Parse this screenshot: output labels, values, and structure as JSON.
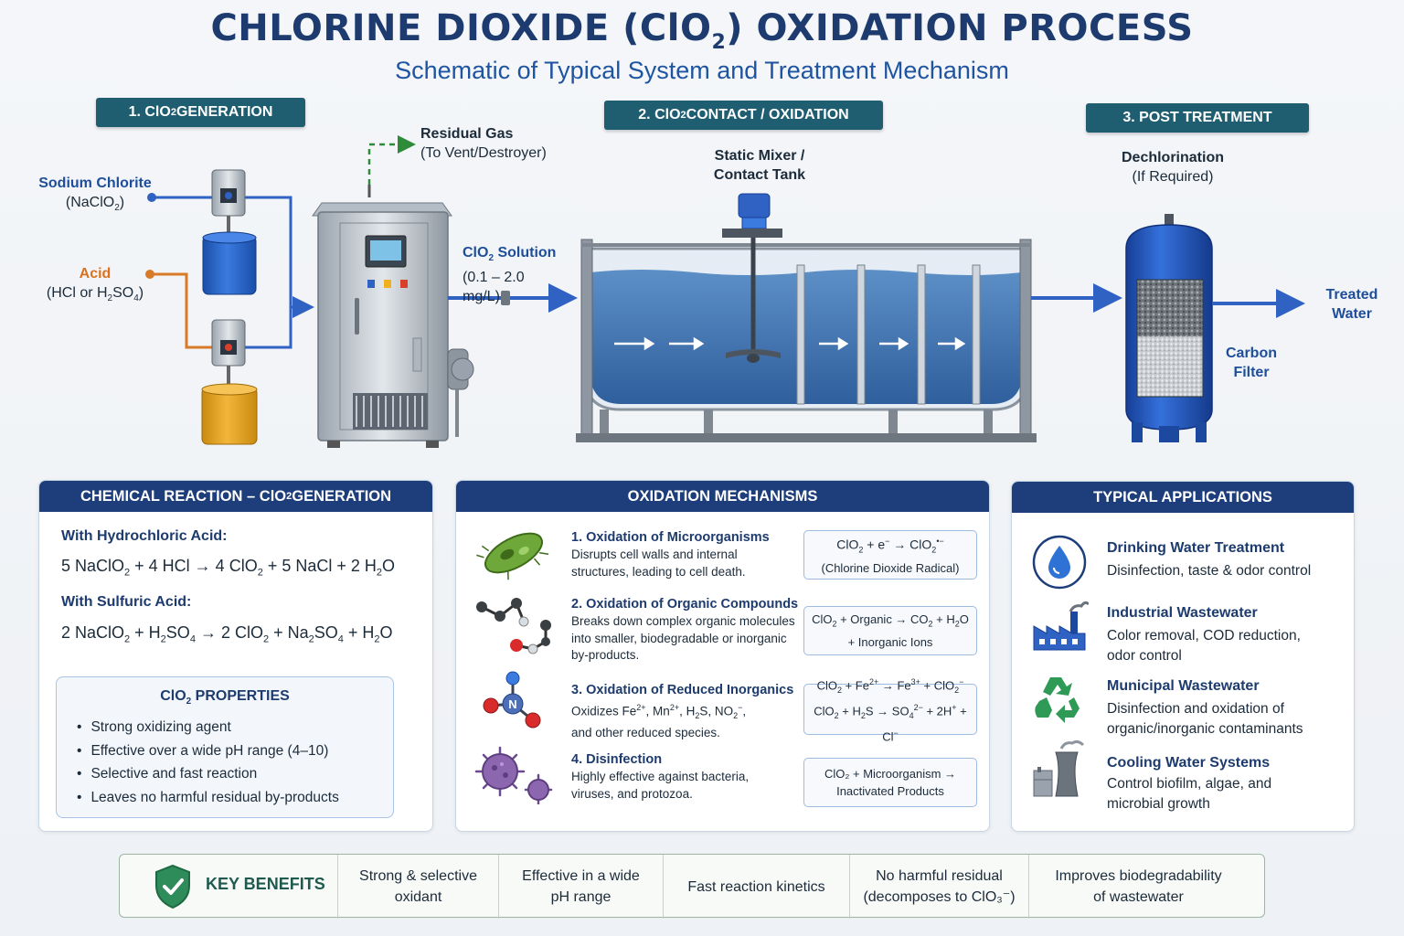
{
  "header": {
    "title_a": "CHLORINE DIOXIDE (ClO",
    "title_sub": "2",
    "title_b": ") OXIDATION PROCESS",
    "subtitle": "Schematic of Typical System and Treatment Mechanism"
  },
  "stages": [
    {
      "a": "1. ClO",
      "sub": "2",
      "b": " GENERATION"
    },
    {
      "a": "2. ClO",
      "sub": "2",
      "b": " CONTACT / OXIDATION"
    },
    {
      "a": "3. POST TREATMENT",
      "sub": "",
      "b": ""
    }
  ],
  "labels": {
    "sodium_chlorite": "Sodium Chlorite",
    "sodium_chlorite_formula_a": "(NaClO",
    "sodium_chlorite_formula_sub": "2",
    "sodium_chlorite_formula_b": ")",
    "acid": "Acid",
    "acid_formula_a": "(HCl or H",
    "acid_formula_sub": "2",
    "acid_formula_b": "SO",
    "acid_formula_sub2": "4",
    "acid_formula_c": ")",
    "residual_gas": "Residual Gas",
    "residual_gas_note": "(To Vent/Destroyer)",
    "solution_a": "ClO",
    "solution_sub": "2",
    "solution_b": " Solution",
    "solution_dose": "(0.1 – 2.0 mg/L)",
    "mixer_1": "Static Mixer /",
    "mixer_2": "Contact Tank",
    "dechlorination": "Dechlorination",
    "dechlorination_note": "(If Required)",
    "carbon_1": "Carbon",
    "carbon_2": "Filter",
    "treated_1": "Treated",
    "treated_2": "Water"
  },
  "reaction_panel": {
    "head_a": "CHEMICAL REACTION – ClO",
    "head_sub": "2",
    "head_b": " GENERATION",
    "hcl_heading": "With Hydrochloric Acid:",
    "sulfuric_heading": "With Sulfuric Acid:",
    "props_head_a": "ClO",
    "props_head_sub": "2",
    "props_head_b": " PROPERTIES",
    "properties": [
      "Strong oxidizing agent",
      "Effective over a wide pH range (4–10)",
      "Selective and fast reaction",
      "Leaves no harmful residual by-products"
    ]
  },
  "mechanisms_panel": {
    "head": "OXIDATION MECHANISMS",
    "items": [
      {
        "title": "1. Oxidation of Microorganisms",
        "desc": [
          "Disrupts cell walls and internal",
          "structures, leading to cell death."
        ]
      },
      {
        "title": "2. Oxidation of Organic Compounds",
        "desc": [
          "Breaks down complex organic molecules",
          "into smaller, biodegradable or inorganic",
          "by-products."
        ]
      },
      {
        "title": "3. Oxidation of Reduced Inorganics",
        "desc": [
          "",
          "and other reduced species."
        ]
      },
      {
        "title": "4. Disinfection",
        "desc": [
          "Highly effective against bacteria,",
          "viruses, and protozoa."
        ]
      }
    ],
    "rx_radical_note": "(Chlorine Dioxide Radical)",
    "rx_organic_note": "+ Inorganic Ions",
    "rx_micro_1": "ClO₂ + Microorganism →",
    "rx_micro_2": "Inactivated Products"
  },
  "applications_panel": {
    "head": "TYPICAL APPLICATIONS",
    "items": [
      {
        "title": "Drinking Water Treatment",
        "desc": [
          "Disinfection, taste & odor control"
        ],
        "icon": "water-drop-icon"
      },
      {
        "title": "Industrial Wastewater",
        "desc": [
          "Color removal, COD reduction,",
          "odor control"
        ],
        "icon": "factory-icon"
      },
      {
        "title": "Municipal Wastewater",
        "desc": [
          "Disinfection and oxidation of",
          "organic/inorganic contaminants"
        ],
        "icon": "recycle-icon"
      },
      {
        "title": "Cooling Water Systems",
        "desc": [
          "Control biofilm, algae, and",
          "microbial growth"
        ],
        "icon": "cooling-tower-icon"
      }
    ]
  },
  "benefits": {
    "head": "KEY BENEFITS",
    "items": [
      [
        "Strong & selective",
        "oxidant"
      ],
      [
        "Effective in a wide",
        "pH range"
      ],
      [
        "Fast reaction kinetics"
      ],
      [
        "No harmful residual",
        "(decomposes to ClO₃⁻)"
      ],
      [
        "Improves biodegradability",
        "of wastewater"
      ]
    ]
  },
  "colors": {
    "navy": "#1d3e7b",
    "teal_badge": "#1f5e70",
    "blue_pipe": "#2f62c2",
    "orange_pipe": "#d87a28",
    "green_vent": "#2e8b3a"
  }
}
